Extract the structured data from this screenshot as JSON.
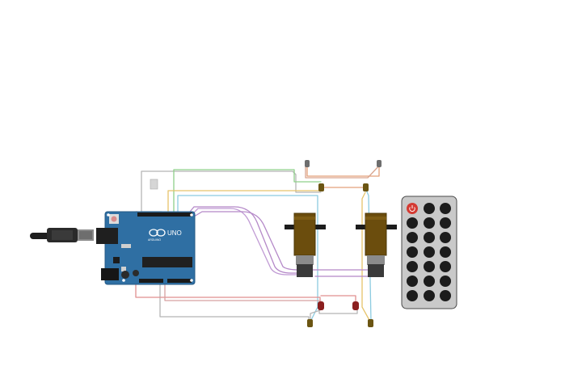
{
  "board": {
    "brand_text": "ARDUINO",
    "model_text": "UNO",
    "body_color": "#2f6fa3",
    "accent_color": "#1f4f7a"
  },
  "components": {
    "motors": 2,
    "ir_receivers": 2,
    "status_leds": 2,
    "photo_sensors": 4,
    "remote_buttons_rows": 7
  },
  "remote": {
    "body_color": "#c9c9c9",
    "power_button_color": "#d43a32",
    "key_color": "#1c1c1c"
  },
  "wire_colors": {
    "purple": "#b488c8",
    "orange": "#e3a07a",
    "green": "#8fd08a",
    "yellow": "#e6c36a",
    "cyan": "#8ccbe0",
    "red": "#e08f8f",
    "gray": "#aaaaaa"
  }
}
